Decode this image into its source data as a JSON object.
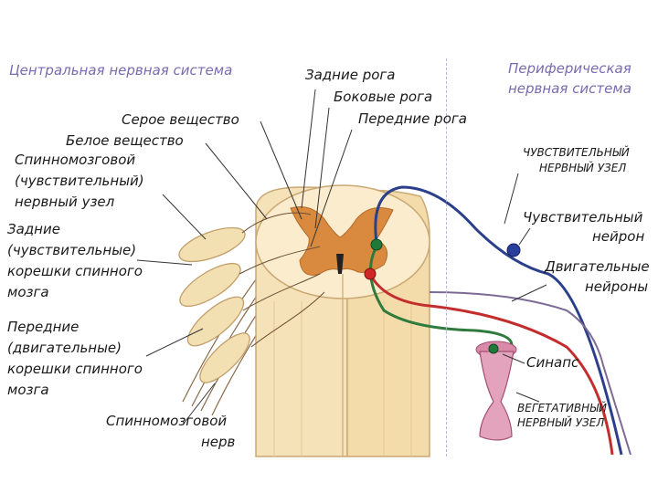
{
  "sections": {
    "cns": "Центральная нервная система",
    "pns_line1": "Периферическая",
    "pns_line2": "нервная система"
  },
  "labels": {
    "dorsal_horns": "Задние рога",
    "lateral_horns": "Боковые рога",
    "ventral_horns": "Передние рога",
    "grey_matter": "Серое вещество",
    "white_matter": "Белое вещество",
    "ganglion": [
      "Спинномозговой",
      "(чувствительный)",
      "нервный узел"
    ],
    "dorsal_roots": [
      "Задние",
      "(чувствительные)",
      "корешки спинного",
      "мозга"
    ],
    "ventral_roots": [
      "Передние",
      "(двигательные)",
      "корешки спинного",
      "мозга"
    ],
    "spinal_nerve": [
      "Спинномозговой",
      "нерв"
    ],
    "sensory_ganglion": [
      "ЧУВСТВИТЕЛЬНЫЙ",
      "НЕРВНЫЙ УЗЕЛ"
    ],
    "sensory_neuron": [
      "Чувствительный",
      "нейрон"
    ],
    "motor_neurons": [
      "Двигательные",
      "нейроны"
    ],
    "synapse": "Синапс",
    "autonomic_ganglion": [
      "ВЕГЕТАТИВНЫЙ",
      "НЕРВНЫЙ УЗЕЛ"
    ]
  },
  "colors": {
    "section_heading": "#7a6bb0",
    "sensory_fiber": "#2b3f8a",
    "motor_fiber": "#c32d2d",
    "autonomic_fiber": "#2f7a3d",
    "grey_matter": "#d98a3e",
    "white_matter": "#f6e2b8"
  }
}
